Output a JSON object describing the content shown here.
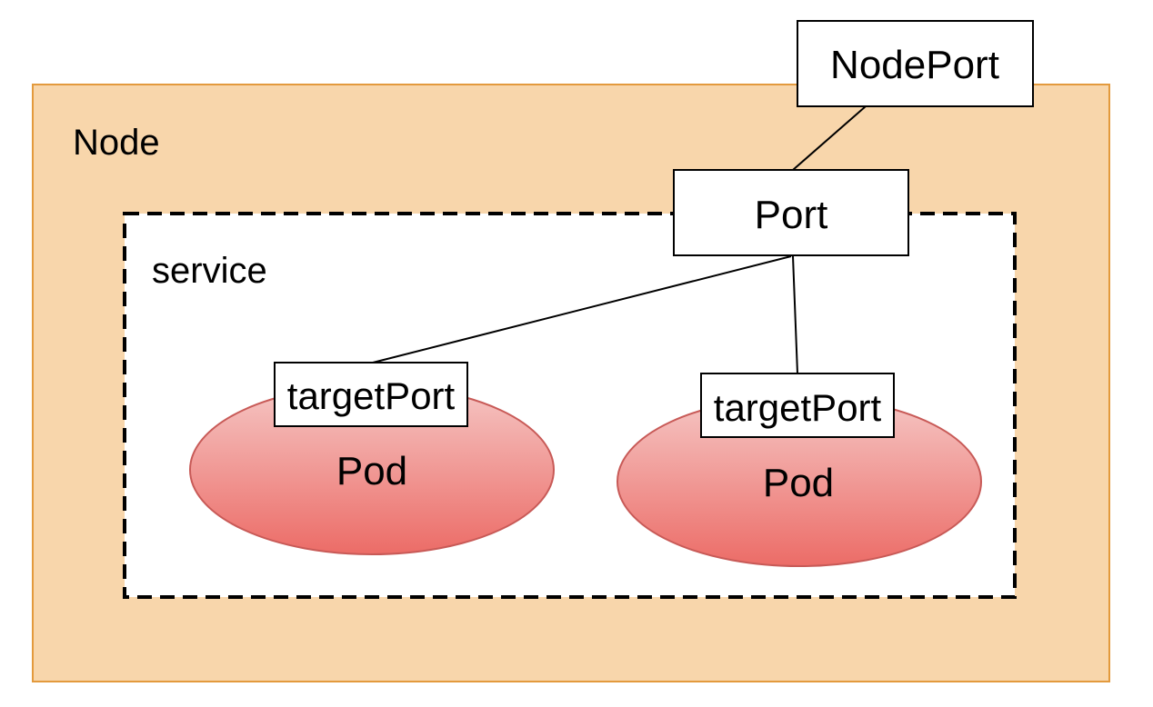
{
  "node": {
    "label": "Node"
  },
  "service": {
    "label": "service"
  },
  "nodeport": {
    "label": "NodePort"
  },
  "port": {
    "label": "Port"
  },
  "pods": [
    {
      "label": "Pod",
      "target_port_label": "targetPort"
    },
    {
      "label": "Pod",
      "target_port_label": "targetPort"
    }
  ],
  "colors": {
    "node_fill": "#f8d6ab",
    "node_border": "#e39a3d",
    "pod_top": "#f5c6c4",
    "pod_bottom": "#ec6c67",
    "pod_border": "#c85a57"
  }
}
